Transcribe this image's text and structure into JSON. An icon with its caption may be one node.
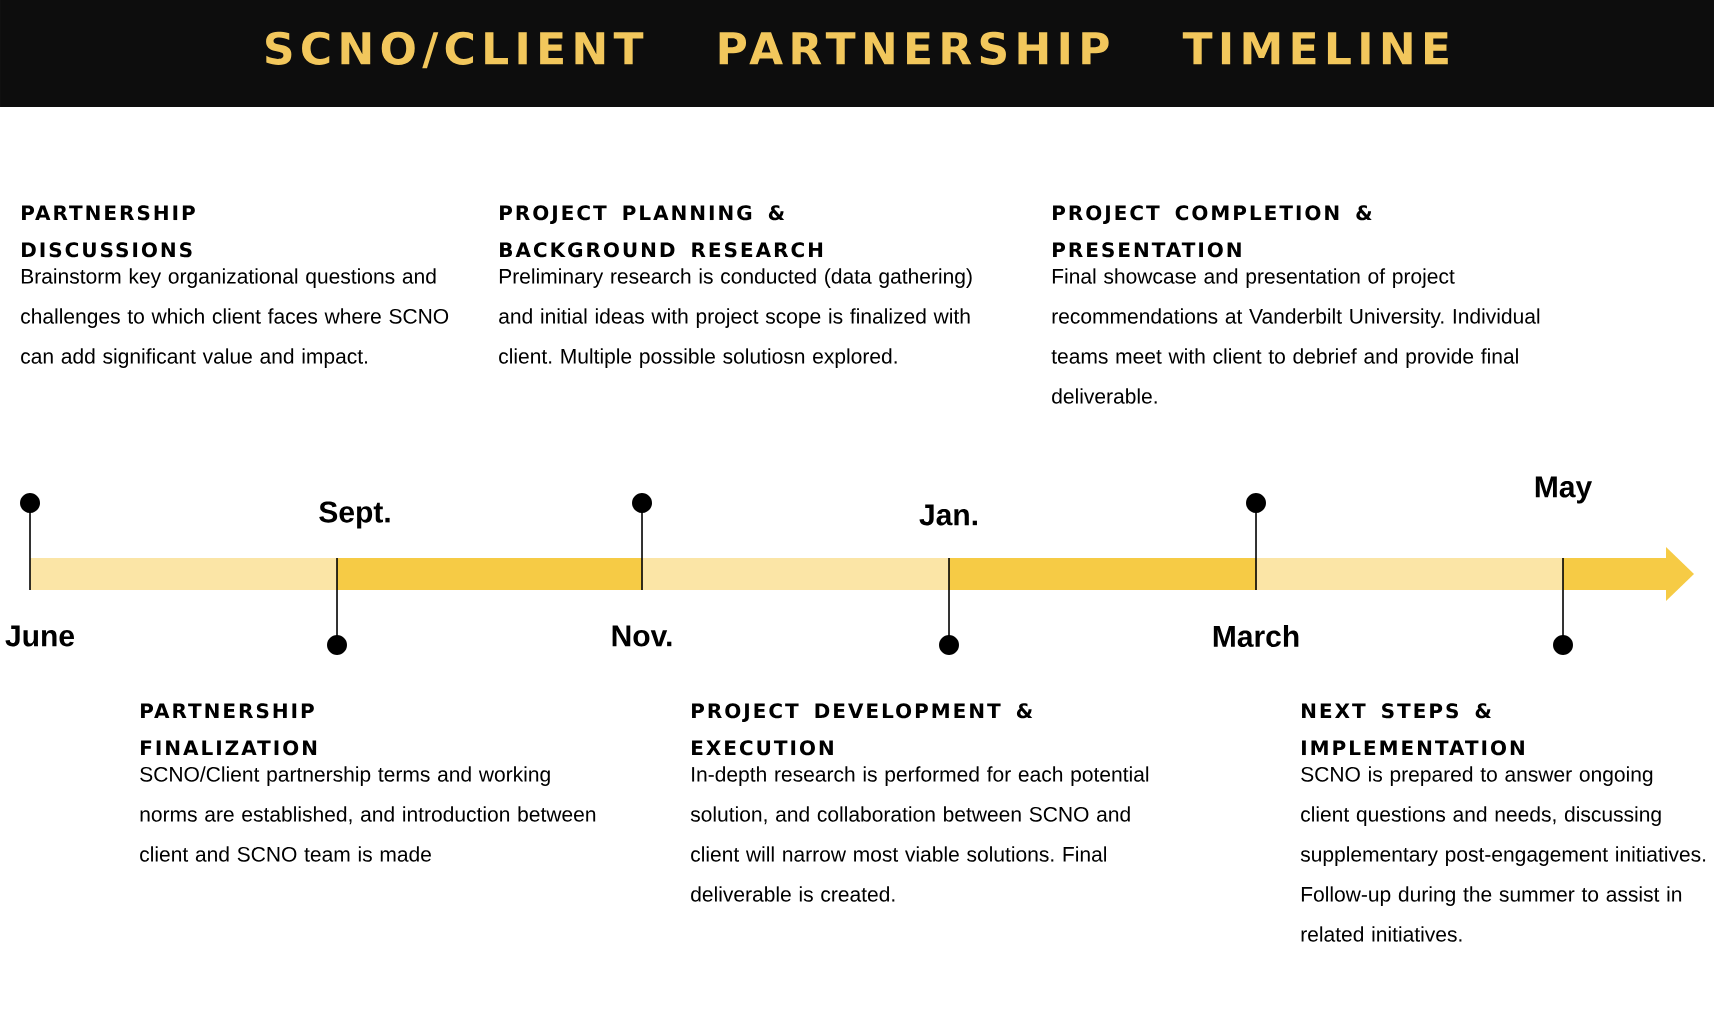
{
  "diagram": {
    "title": "SCNO/CLIENT PARTNERSHIP TIMELINE",
    "nodes": [
      {
        "text": [
          "PARTNERSHIP DISCUSSIONS",
          "Brainstorm key organizational questions and challenges to which client faces where SCNO can add significant value and impact."
        ]
      },
      {
        "text": [
          "PROJECT PLANNING & BACKGROUND RESEARCH",
          "Preliminary research is conducted (data gathering) and initial ideas with project scope is finalized with client. Multiple possible solutiosn explored."
        ]
      },
      {
        "text": [
          "PROJECT COMPLETION & PRESENTATION",
          "Final showcase and presentation of project recommendations at Vanderbilt University. Individual teams meet with client to debrief and provide final deliverable."
        ]
      },
      {
        "text": [
          "PARTNERSHIP FINALIZATION",
          "SCNO/Client partnership terms and working norms are established, and introduction between client and SCNO team is made"
        ]
      },
      {
        "text": [
          "PROJECT DEVELOPMENT & EXECUTION",
          "In-depth research is performed for each potential solution, and collaboration between SCNO and client will narrow most viable solutions. Final deliverable is created."
        ]
      },
      {
        "text": [
          "NEXT STEPS & IMPLEMENTATION",
          "SCNO is prepared to answer ongoing client questions and needs, discussing supplementary post-engagement initiatives. Follow-up during the summer to assist in related initiatives."
        ]
      }
    ],
    "labels": [
      "June",
      "Sept.",
      "Nov.",
      "Jan.",
      "March",
      "May"
    ]
  }
}
